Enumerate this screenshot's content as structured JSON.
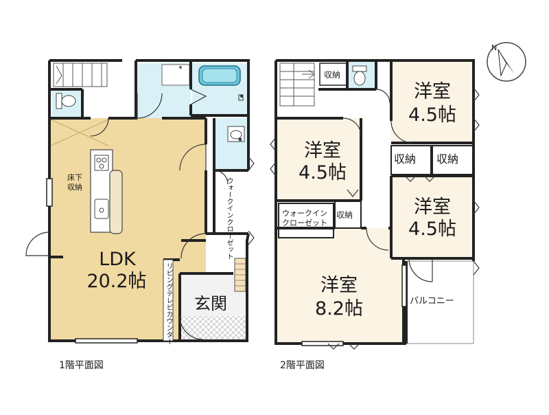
{
  "floor1": {
    "caption": "1階平面図",
    "rooms": {
      "ldk_name": "LDK",
      "ldk_size": "20.2帖",
      "underfloor": "床下\n収納",
      "walkin": "ウォークインクローゼット",
      "counter": "リビングテレビカウンター",
      "entrance": "玄関"
    }
  },
  "floor2": {
    "caption": "2階平面図",
    "rooms": {
      "r1_name": "洋室",
      "r1_size": "4.5帖",
      "r2_name": "洋室",
      "r2_size": "4.5帖",
      "r3_name": "洋室",
      "r3_size": "4.5帖",
      "r4_name": "洋室",
      "r4_size": "8.2帖",
      "storage": "収納",
      "walkin": "ウォークイン\nクローゼット",
      "balcony": "バルコニー"
    }
  },
  "compass": {
    "label": "N"
  },
  "colors": {
    "ldk": "#f1d9a2",
    "room": "#fbf3e4",
    "wet": "#d8f0f6",
    "wall": "#222222",
    "stair": "#e6e6e6"
  }
}
